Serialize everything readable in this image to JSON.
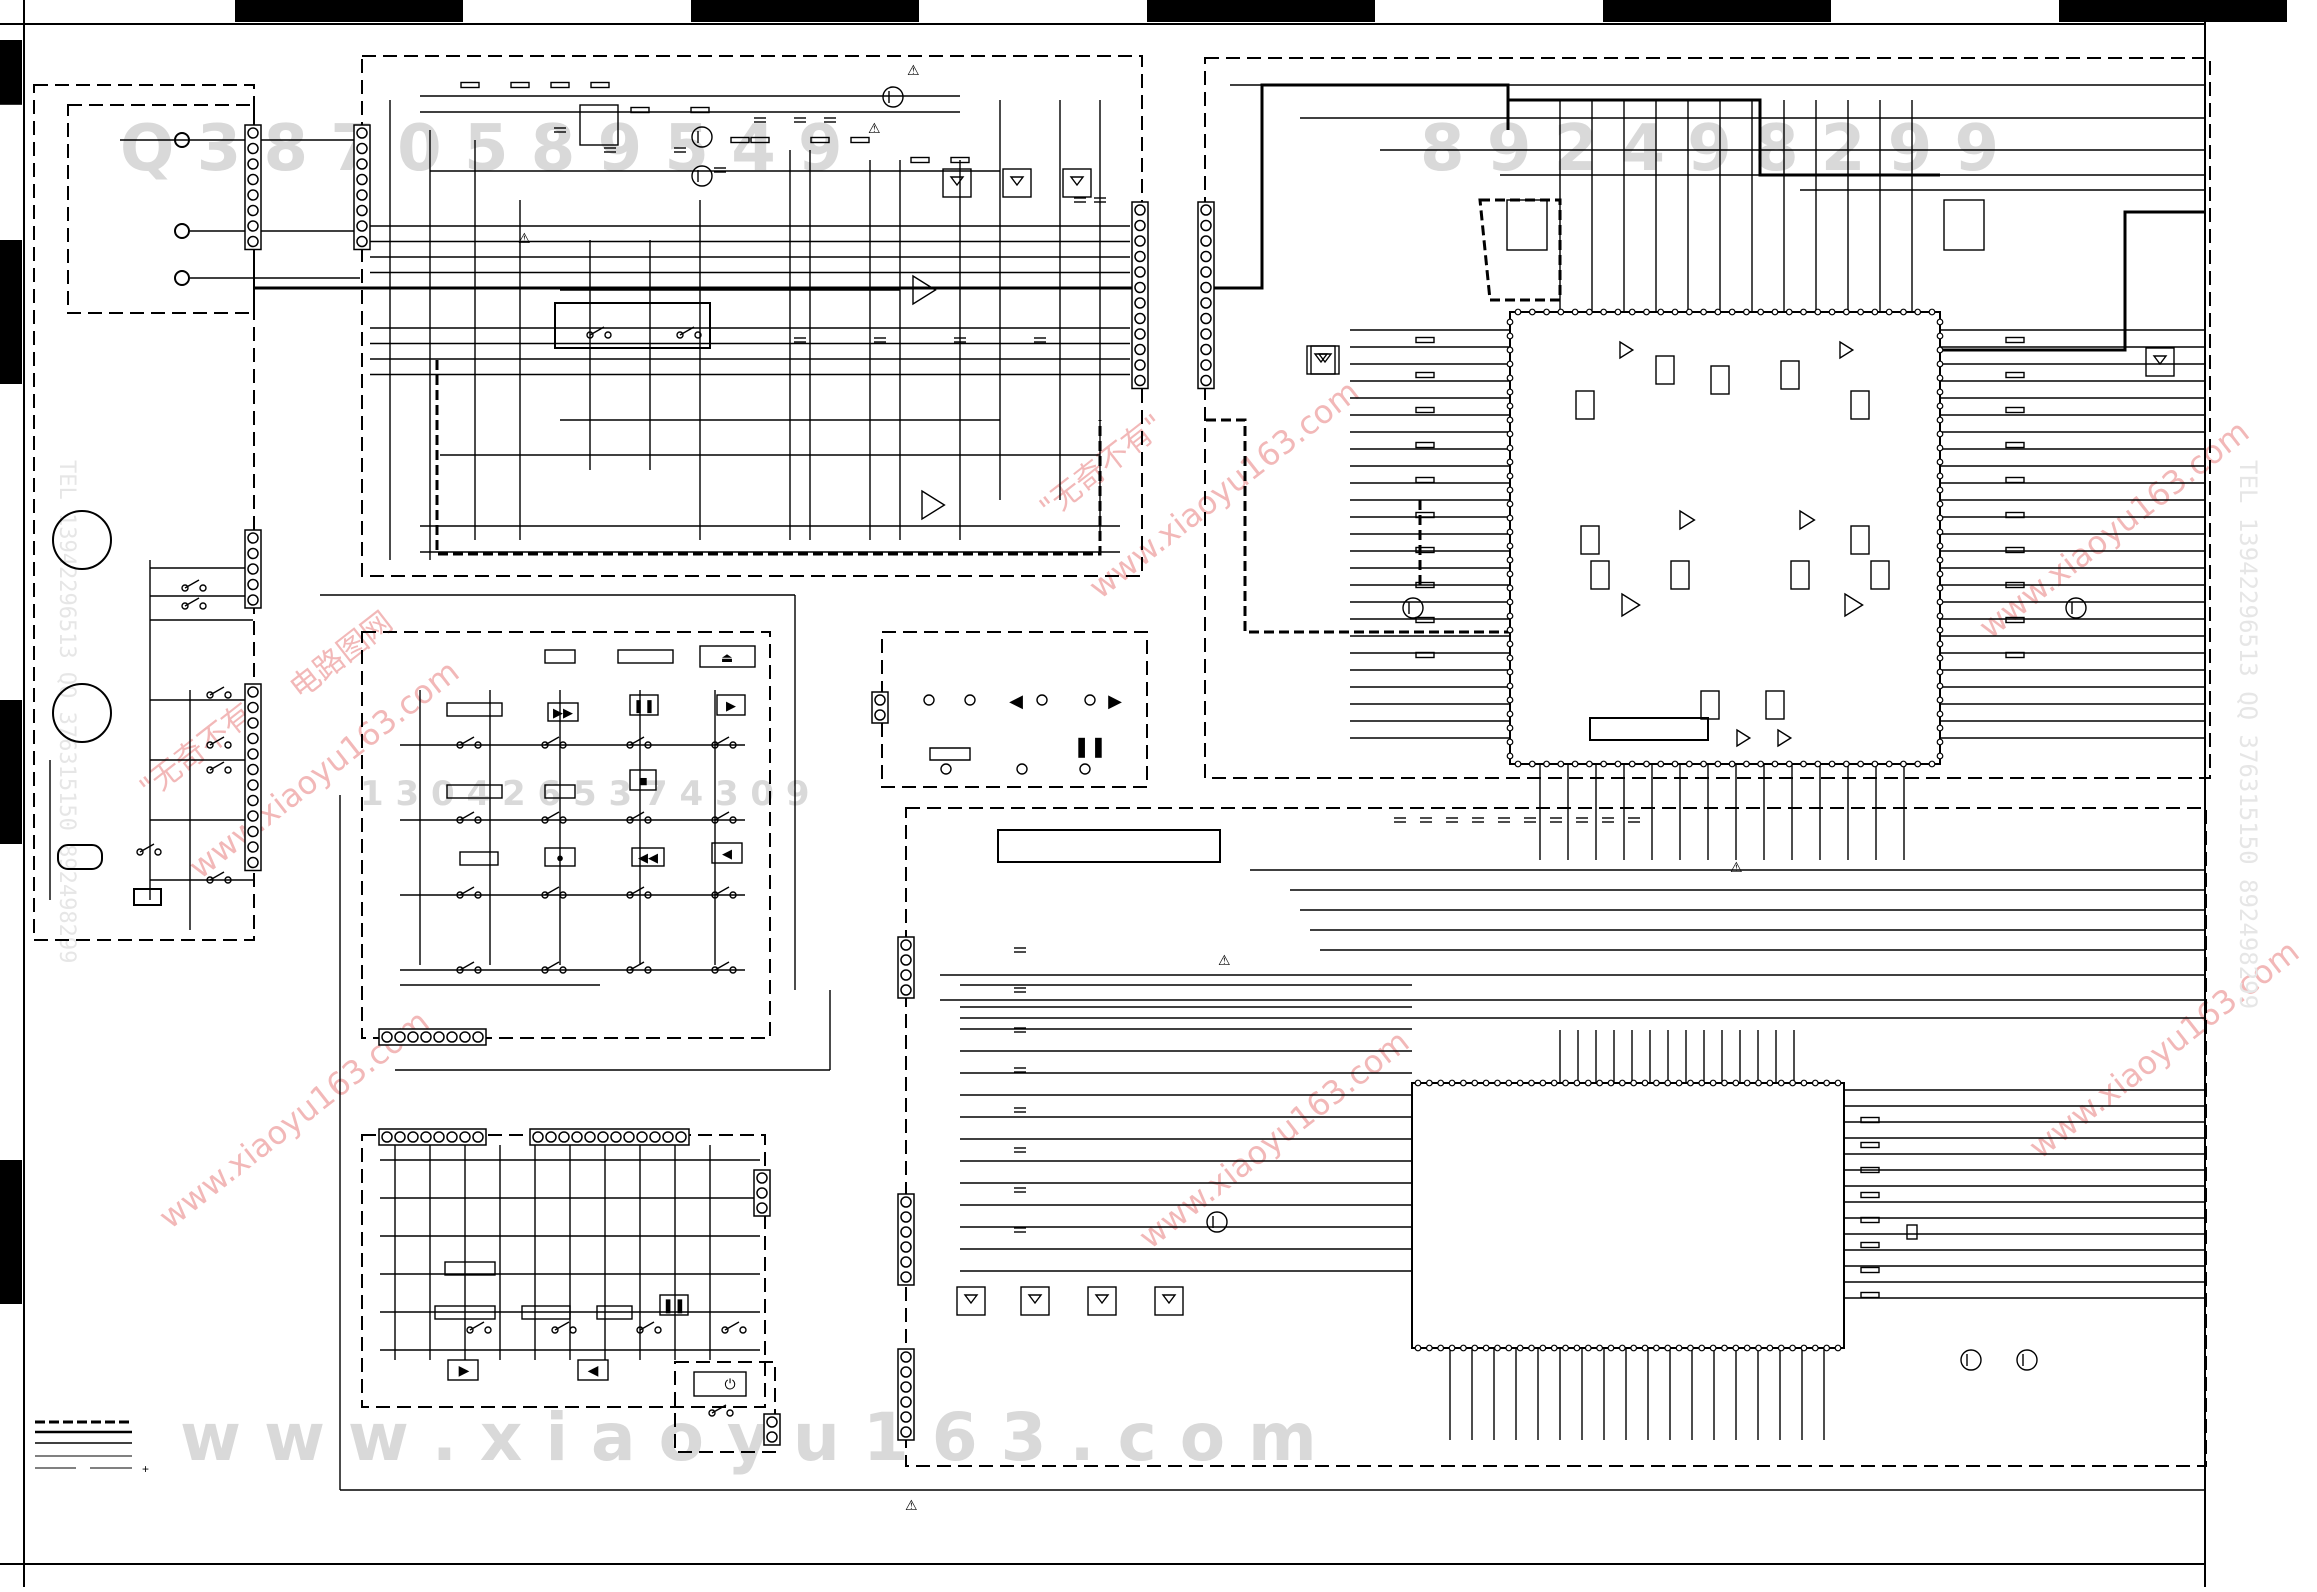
{
  "sheet": {
    "border_color": "#000000",
    "background": "#ffffff"
  },
  "watermarks": {
    "serial_top_left": "Q 3 8 7 0 5 8 9 5 4 9",
    "serial_top_right": "8 9 2 4 9 8 2 9 9",
    "serial_mid": "1 3 0 4 2 6 5 3 7 4 3 0 9",
    "site_bottom": "w w w . x i a o y u 1 6 3 . c o m",
    "cn_label": "\"无奇不有\"",
    "cn_label_2": "电路图网",
    "site_url": "www.xiaoyu163.com",
    "tel_line": "TEL 13942296513 QQ 376315150 892498299"
  },
  "transport_keys": {
    "ff_symbol": "▶▶",
    "pause_symbol": "❚❚",
    "play_symbol": "▶",
    "stop_symbol": "■",
    "rec_symbol": "●",
    "rew_symbol": "◀◀",
    "reverse_symbol": "◀",
    "eject_symbol": "⏏"
  },
  "indicator_panel": {
    "rev_symbol": "◀",
    "fwd_symbol": "▶",
    "pause_symbol": "❚❚"
  },
  "power_panel": {
    "power_symbol": "⏻"
  },
  "warning_symbol": "⚠",
  "legend": {
    "plus_sign": "+"
  }
}
